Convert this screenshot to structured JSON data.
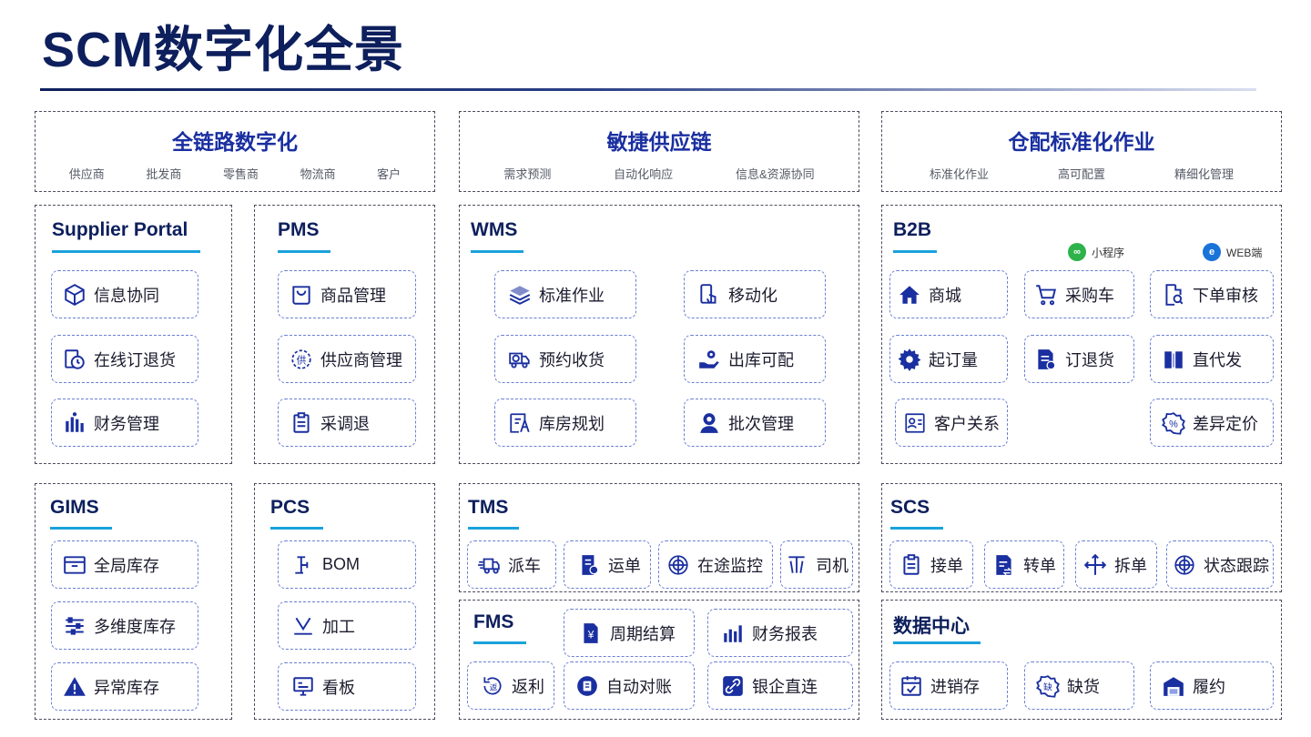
{
  "page": {
    "title": "SCM数字化全景"
  },
  "categories": [
    {
      "title": "全链路数字化",
      "subs": [
        "供应商",
        "批发商",
        "零售商",
        "物流商",
        "客户"
      ]
    },
    {
      "title": "敏捷供应链",
      "subs": [
        "需求预测",
        "自动化响应",
        "信息&资源协同"
      ]
    },
    {
      "title": "仓配标准化作业",
      "subs": [
        "标准化作业",
        "高可配置",
        "精细化管理"
      ]
    }
  ],
  "sections": {
    "supplier_portal": {
      "title": "Supplier Portal",
      "items": [
        "信息协同",
        "在线订退货",
        "财务管理"
      ]
    },
    "pms": {
      "title": "PMS",
      "items": [
        "商品管理",
        "供应商管理",
        "采调退"
      ]
    },
    "wms": {
      "title": "WMS",
      "items": [
        "标准作业",
        "移动化",
        "预约收货",
        "出库可配",
        "库房规划",
        "批次管理"
      ]
    },
    "b2b": {
      "title": "B2B",
      "channels": [
        "小程序",
        "WEB端"
      ],
      "items": [
        "商城",
        "采购车",
        "下单审核",
        "起订量",
        "订退货",
        "直代发",
        "客户关系",
        "差异定价"
      ]
    },
    "gims": {
      "title": "GIMS",
      "items": [
        "全局库存",
        "多维度库存",
        "异常库存"
      ]
    },
    "pcs": {
      "title": "PCS",
      "items": [
        "BOM",
        "加工",
        "看板"
      ]
    },
    "tms": {
      "title": "TMS",
      "items": [
        "派车",
        "运单",
        "在途监控",
        "司机"
      ]
    },
    "fms": {
      "title": "FMS",
      "items": [
        "周期结算",
        "财务报表",
        "返利",
        "自动对账",
        "银企直连"
      ]
    },
    "scs": {
      "title": "SCS",
      "items": [
        "接单",
        "转单",
        "拆单",
        "状态跟踪"
      ]
    },
    "data_center": {
      "title": "数据中心",
      "items": [
        "进销存",
        "缺货",
        "履约"
      ]
    }
  },
  "icons": {
    "supplier_portal": [
      "cube-icon",
      "clock-doc-icon",
      "bar-chart-icon"
    ],
    "pms": [
      "bag-icon",
      "supplier-badge-icon",
      "clipboard-icon"
    ],
    "wms": [
      "layers-icon",
      "mobile-hand-icon",
      "truck-clock-icon",
      "hand-gear-icon",
      "pencil-ruler-icon",
      "gear-user-icon"
    ],
    "b2b": [
      "home-icon",
      "cart-icon",
      "doc-search-icon",
      "gear-icon",
      "doc-edit-icon",
      "book-icon",
      "id-card-icon",
      "percent-badge-icon"
    ],
    "gims": [
      "archive-box-icon",
      "sliders-icon",
      "warning-icon"
    ],
    "pcs": [
      "flow-icon",
      "process-icon",
      "monitor-icon"
    ],
    "tms": [
      "truck-icon",
      "waybill-icon",
      "globe-icon",
      "driver-icon"
    ],
    "fms": [
      "yen-doc-icon",
      "bar-report-icon",
      "return-icon",
      "reconcile-icon",
      "link-icon"
    ],
    "scs": [
      "clipboard-icon",
      "transfer-doc-icon",
      "split-arrows-icon",
      "globe-icon"
    ],
    "data_center": [
      "calendar-check-icon",
      "shortage-badge-icon",
      "warehouse-icon"
    ]
  },
  "colors": {
    "primary": "#1a2fa0",
    "title": "#0d1f5c",
    "accent_underline": "#1aa2dc",
    "item_border": "#6a7fd4",
    "miniapp_green": "#2eb34a",
    "web_blue": "#1a73d9"
  }
}
